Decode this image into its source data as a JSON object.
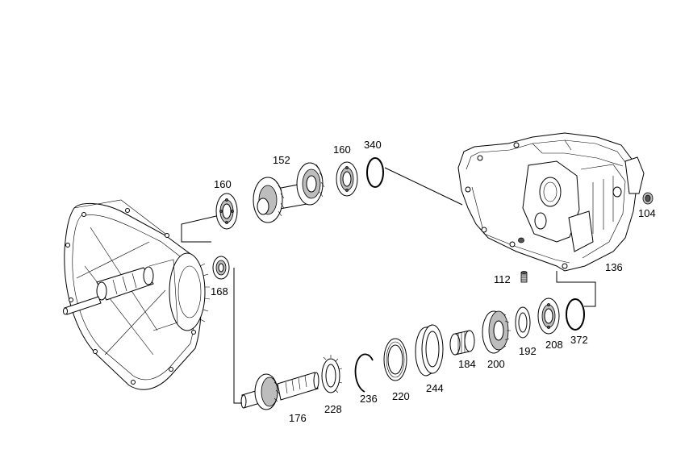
{
  "labels": {
    "l104": "104",
    "l112": "112",
    "l136": "136",
    "l152": "152",
    "l160a": "160",
    "l160b": "160",
    "l168": "168",
    "l176": "176",
    "l184": "184",
    "l192": "192",
    "l200": "200",
    "l208": "208",
    "l220": "220",
    "l228": "228",
    "l236": "236",
    "l244": "244",
    "l340": "340",
    "l372": "372"
  }
}
